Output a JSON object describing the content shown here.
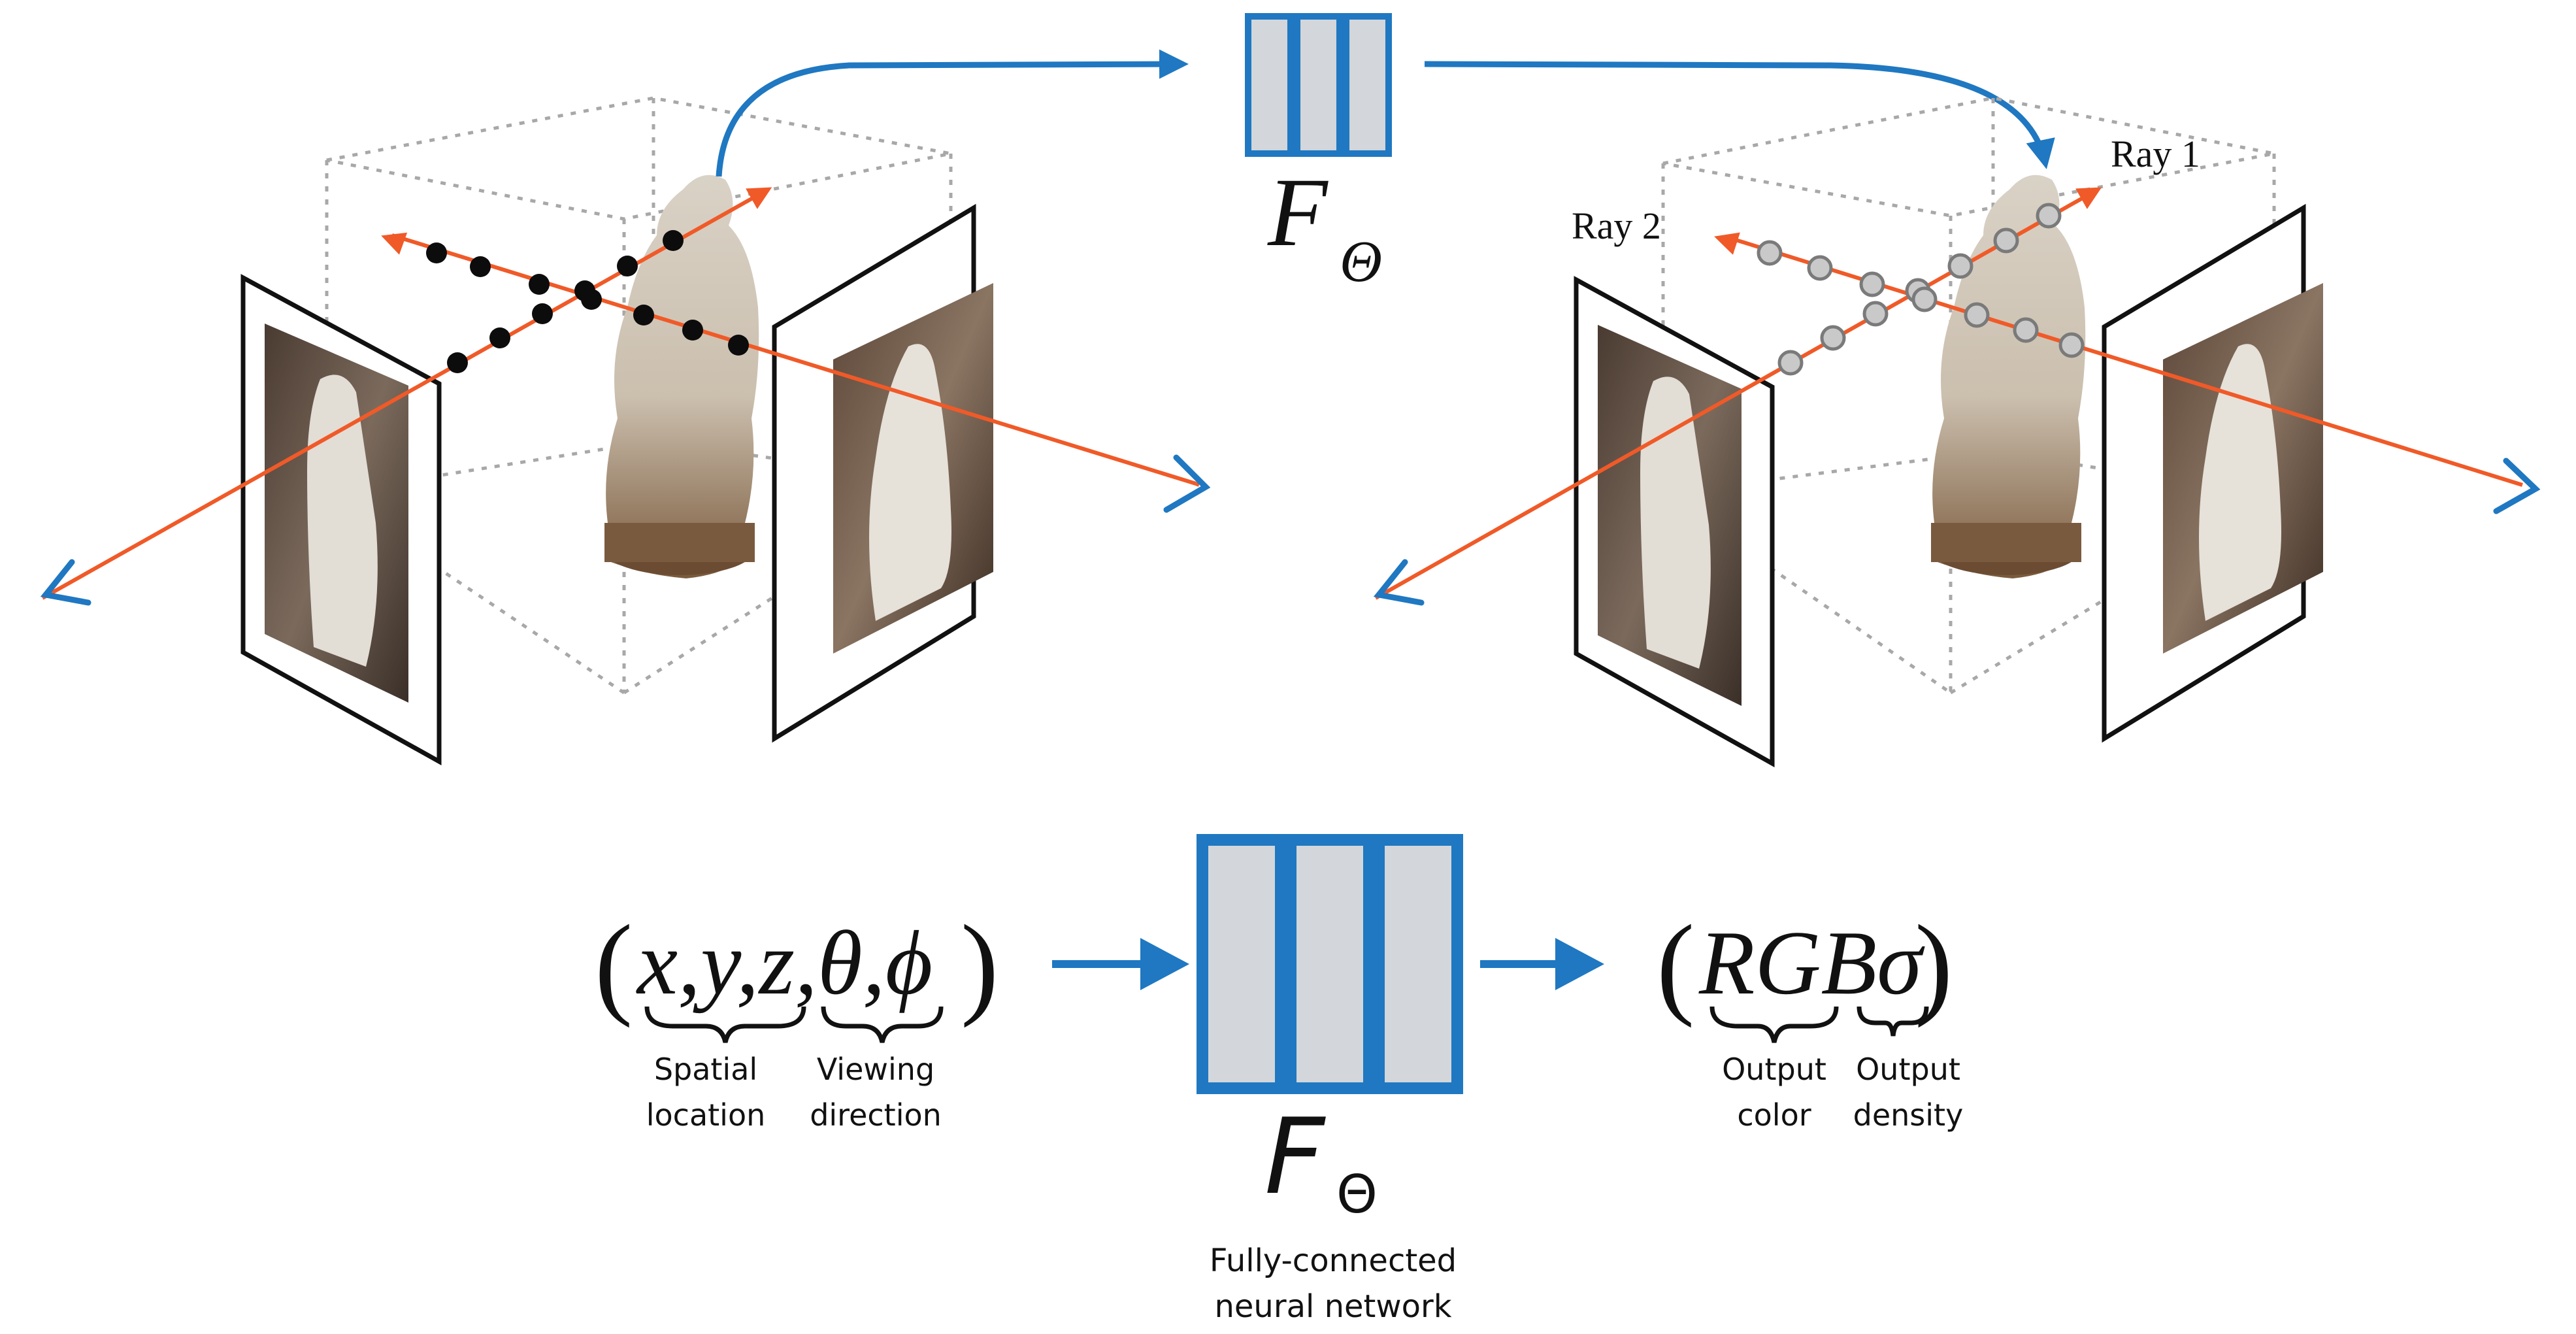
{
  "colors": {
    "ray": "#f05a28",
    "network_blue": "#1f78c1",
    "network_fill": "#d3d6da",
    "frame": "#111111",
    "dotted_box": "#a8a8a8",
    "sample_dot": "#0c0c0c",
    "hollow_dot": "#8a8a8a"
  },
  "top_network": {
    "symbol": "F",
    "subscript": "Θ"
  },
  "scene_right": {
    "ray1_label": "Ray 1",
    "ray2_label": "Ray 2"
  },
  "formula": {
    "open_paren": "(",
    "input_terms": "x,y,z,θ,ϕ",
    "close_paren": ")",
    "output_open": "(",
    "output_terms": "RGBσ",
    "output_close": ")"
  },
  "labels": {
    "spatial_line1": "Spatial",
    "spatial_line2": "location",
    "viewing_line1": "Viewing",
    "viewing_line2": "direction",
    "out_color_line1": "Output",
    "out_color_line2": "color",
    "out_density_line1": "Output",
    "out_density_line2": "density",
    "network_symbol": "F",
    "network_subscript": "Θ",
    "network_caption_line1": "Fully-connected",
    "network_caption_line2": "neural network"
  },
  "icons": [
    "camera-eye-icon",
    "statue-image",
    "arrow-icon"
  ]
}
